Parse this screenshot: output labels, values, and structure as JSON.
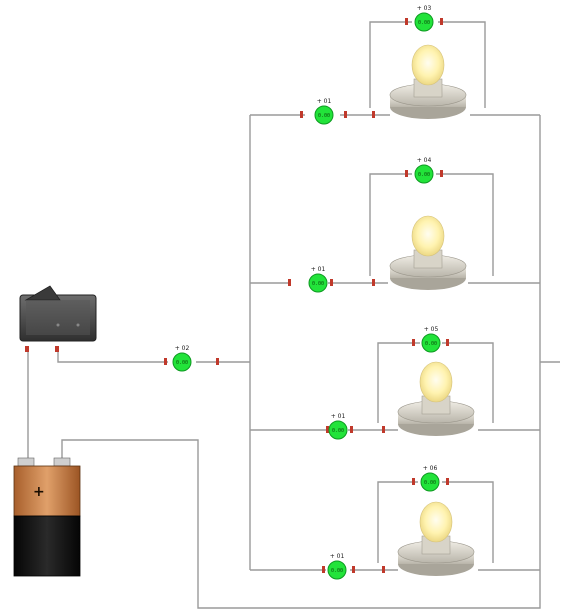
{
  "circuit": {
    "battery": {
      "plus_sign": "+",
      "minus_sign": "-"
    },
    "switch": {
      "name": "rocker-switch"
    },
    "main_meter": {
      "label": "+ 02",
      "value": "0.00"
    },
    "branches": [
      {
        "meter_label": "+ 01",
        "meter_value": "0.00",
        "bulb_meter_label": "+ 03",
        "bulb_meter_value": "0.00"
      },
      {
        "meter_label": "+ 01",
        "meter_value": "0.00",
        "bulb_meter_label": "+ 04",
        "bulb_meter_value": "0.00"
      },
      {
        "meter_label": "+ 01",
        "meter_value": "0.00",
        "bulb_meter_label": "+ 05",
        "bulb_meter_value": "0.00"
      },
      {
        "meter_label": "+ 01",
        "meter_value": "0.00",
        "bulb_meter_label": "+ 06",
        "bulb_meter_value": "0.00"
      }
    ],
    "colors": {
      "wire": "#9a9a9a",
      "meter": "#22e33a",
      "meter_dark": "#0f9a22",
      "terminal": "#c0392b",
      "battery_top": "#c87941",
      "battery_body": "#111111",
      "switch_body": "#4a4a4a",
      "bulb_glow": "#fff6c8",
      "socket": "#d9d6cc"
    }
  }
}
